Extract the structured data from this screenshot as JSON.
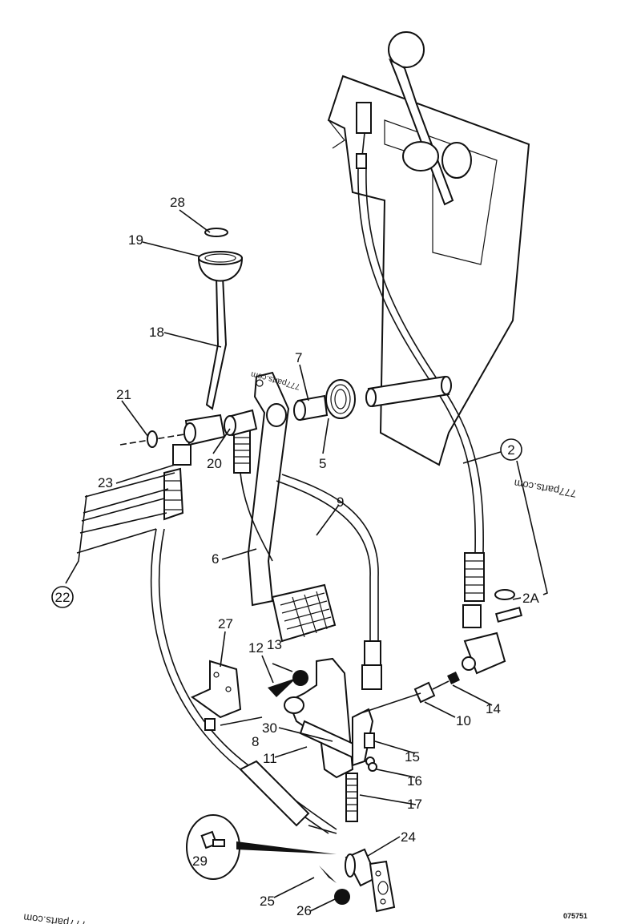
{
  "diagram": {
    "title": "Clutch / throttle pedal and control cable assembly exploded view",
    "drawing_number": "075751",
    "watermarks": [
      "777parts.com",
      "777parts.com",
      "777parts.com"
    ],
    "callouts": [
      {
        "id": "28",
        "circled": false
      },
      {
        "id": "19",
        "circled": false
      },
      {
        "id": "18",
        "circled": false
      },
      {
        "id": "21",
        "circled": false
      },
      {
        "id": "20",
        "circled": false
      },
      {
        "id": "7",
        "circled": false
      },
      {
        "id": "5",
        "circled": false
      },
      {
        "id": "23",
        "circled": false
      },
      {
        "id": "22",
        "circled": true
      },
      {
        "id": "6",
        "circled": false
      },
      {
        "id": "9",
        "circled": false
      },
      {
        "id": "2",
        "circled": true
      },
      {
        "id": "2A",
        "circled": false
      },
      {
        "id": "27",
        "circled": false
      },
      {
        "id": "12",
        "circled": false
      },
      {
        "id": "13",
        "circled": false
      },
      {
        "id": "8",
        "circled": false
      },
      {
        "id": "30",
        "circled": false
      },
      {
        "id": "11",
        "circled": false
      },
      {
        "id": "10",
        "circled": false
      },
      {
        "id": "14",
        "circled": false
      },
      {
        "id": "15",
        "circled": false
      },
      {
        "id": "16",
        "circled": false
      },
      {
        "id": "17",
        "circled": false
      },
      {
        "id": "24",
        "circled": false
      },
      {
        "id": "29",
        "circled": false
      },
      {
        "id": "25",
        "circled": false
      },
      {
        "id": "26",
        "circled": false
      }
    ]
  }
}
